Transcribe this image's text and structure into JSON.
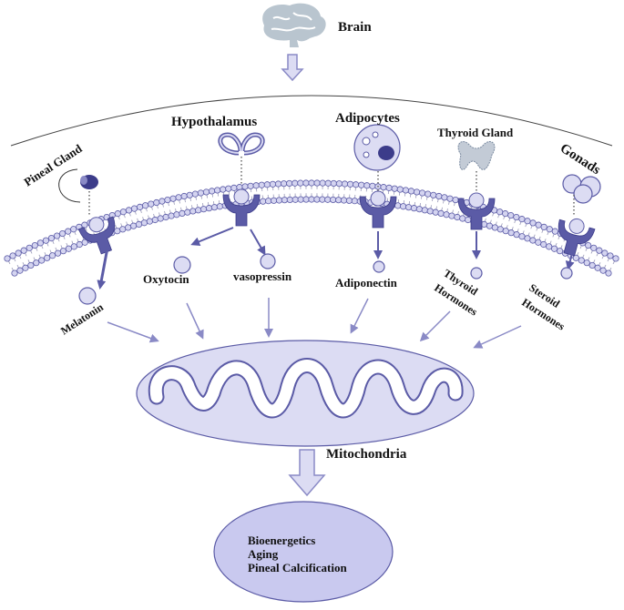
{
  "title": "Brain",
  "glands": {
    "pineal": "Pineal Gland",
    "hypothalamus": "Hypothalamus",
    "adipocytes": "Adipocytes",
    "thyroid": "Thyroid Gland",
    "gonads": "Gonads"
  },
  "hormones": {
    "melatonin": "Melatonin",
    "oxytocin": "Oxytocin",
    "vasopressin": "vasopressin",
    "adiponectin": "Adiponectin",
    "thyroid_1": "Thyroid",
    "thyroid_2": "Hormones",
    "steroid_1": "Steroid",
    "steroid_2": "Hormones"
  },
  "organelle": "Mitochondria",
  "outcomes": [
    "Bioenergetics",
    "Aging",
    "Pineal Calcification"
  ],
  "colors": {
    "receptor": "#5b5ba6",
    "light_fill": "#c9c9ef",
    "mito_fill": "#dcdcf3",
    "outcome_fill": "#c9c9ef",
    "arrow": "#8a8ac6"
  }
}
